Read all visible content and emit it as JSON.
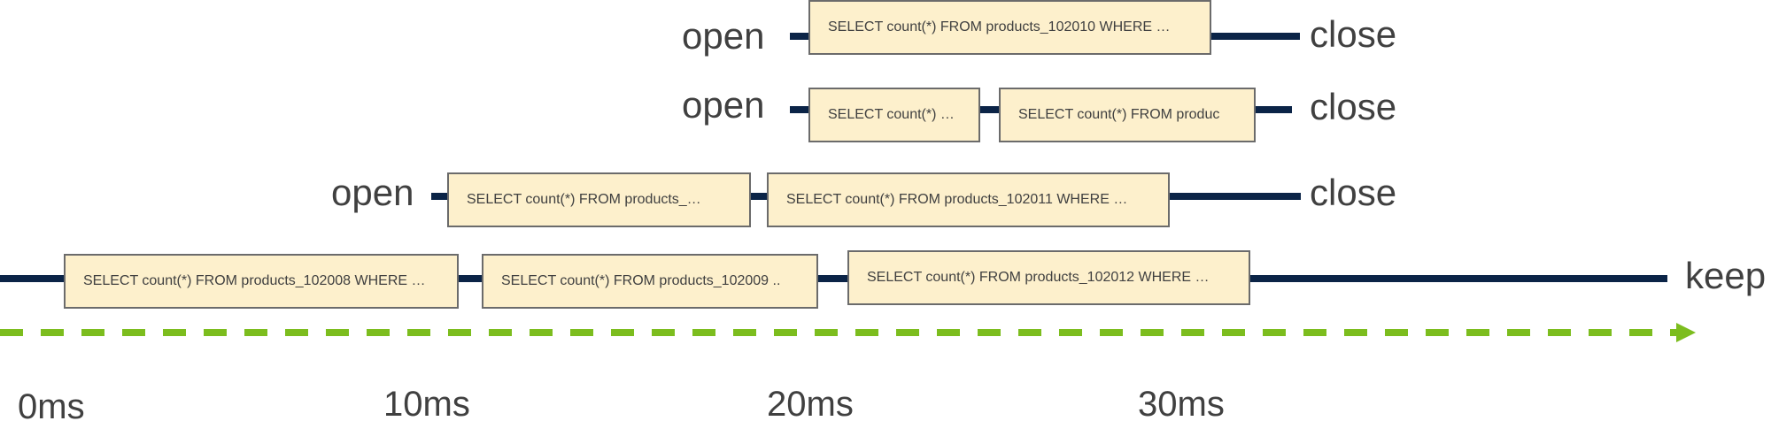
{
  "connections": [
    {
      "start_label": "open",
      "end_label": "close",
      "queries": [
        "SELECT count(*) FROM products_102010 WHERE …"
      ]
    },
    {
      "start_label": "open",
      "end_label": "close",
      "queries": [
        "SELECT count(*) …",
        "SELECT count(*) FROM  produc"
      ]
    },
    {
      "start_label": "open",
      "end_label": "close",
      "queries": [
        "SELECT count(*) FROM products_…",
        "SELECT count(*) FROM products_102011 WHERE …"
      ]
    },
    {
      "end_label": "keep",
      "queries": [
        "SELECT count(*) FROM products_102008 WHERE …",
        "SELECT count(*) FROM products_102009 ..",
        "SELECT count(*) FROM products_102012 WHERE …"
      ]
    }
  ],
  "timeline": {
    "ticks": [
      "0ms",
      "10ms",
      "20ms",
      "30ms"
    ]
  },
  "colors": {
    "connection_line": "#0b2447",
    "query_fill": "#fdf0cc",
    "query_border": "#6b6b6b",
    "timeline_arrow": "#7cbd1e",
    "text": "#404040"
  }
}
